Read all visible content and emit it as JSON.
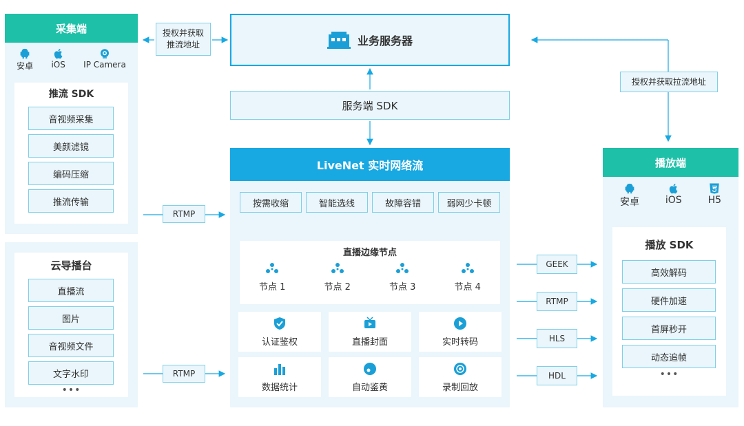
{
  "capture": {
    "title": "采集端",
    "platforms": [
      {
        "label": "安卓",
        "icon": "android-icon"
      },
      {
        "label": "iOS",
        "icon": "apple-icon"
      },
      {
        "label": "IP Camera",
        "icon": "camera-icon"
      }
    ],
    "sdk_title": "推流 SDK",
    "sdk_items": [
      "音视频采集",
      "美颜滤镜",
      "编码压缩",
      "推流传输"
    ]
  },
  "director": {
    "title": "云导播台",
    "items": [
      "直播流",
      "图片",
      "音视频文件",
      "文字水印"
    ],
    "more": "•••"
  },
  "auth_push_label": "授权并获取\n推流地址",
  "auth_pull_label": "授权并获取拉流地址",
  "business_server": {
    "label": "业务服务器",
    "icon": "server-icon"
  },
  "server_sdk": "服务端 SDK",
  "livenet": {
    "title": "LiveNet 实时网络流",
    "features": [
      "按需收缩",
      "智能选线",
      "故障容错",
      "弱网少卡顿"
    ],
    "edge_title": "直播边缘节点",
    "nodes": [
      "节点 1",
      "节点 2",
      "节点 3",
      "节点 4"
    ],
    "services": [
      {
        "label": "认证鉴权",
        "icon": "shield-icon"
      },
      {
        "label": "直播封面",
        "icon": "tv-icon"
      },
      {
        "label": "实时转码",
        "icon": "play-icon"
      },
      {
        "label": "数据统计",
        "icon": "bar-chart-icon"
      },
      {
        "label": "自动鉴黄",
        "icon": "detect-icon"
      },
      {
        "label": "录制回放",
        "icon": "record-icon"
      }
    ]
  },
  "ingest_protocols": [
    "RTMP",
    "RTMP"
  ],
  "output_protocols": [
    "GEEK",
    "RTMP",
    "HLS",
    "HDL"
  ],
  "player": {
    "title": "播放端",
    "platforms": [
      {
        "label": "安卓",
        "icon": "android-icon"
      },
      {
        "label": "iOS",
        "icon": "apple-icon"
      },
      {
        "label": "H5",
        "icon": "html5-icon"
      }
    ],
    "sdk_title": "播放 SDK",
    "sdk_items": [
      "高效解码",
      "硬件加速",
      "首屏秒开",
      "动态追帧"
    ],
    "more": "•••"
  },
  "colors": {
    "teal": "#1ec0a8",
    "blue": "#18a8e2",
    "panel": "#eaf6fb",
    "border": "#7fcfe8",
    "icon": "#1a9fd6"
  }
}
